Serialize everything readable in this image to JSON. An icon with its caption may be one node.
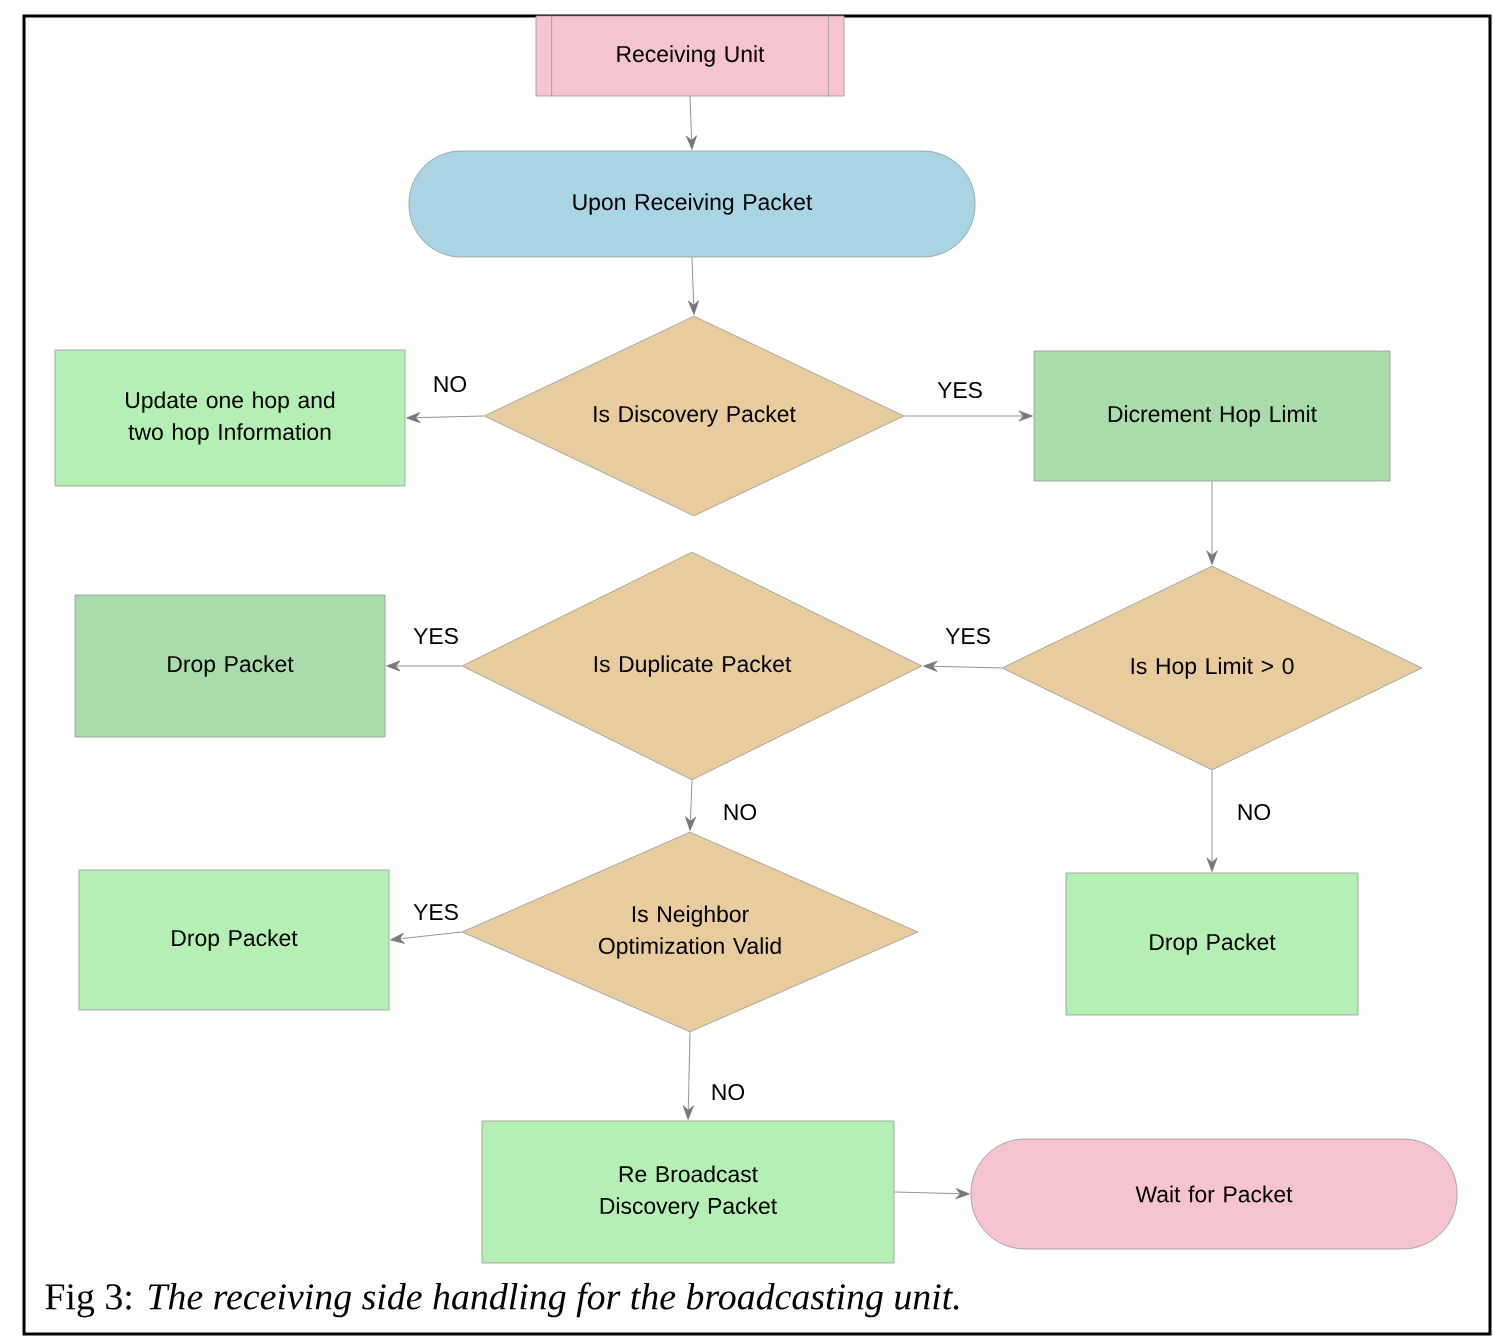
{
  "diagram": {
    "caption": "Fig 3: *The receiving side handling for the broadcasting unit.*",
    "nodes": [
      {
        "text": [
          "Receiving Unit"
        ]
      },
      {
        "text": [
          "Upon Receiving Packet"
        ]
      },
      {
        "text": [
          "Is Discovery Packet"
        ]
      },
      {
        "text": [
          "Update one hop and two hop Information"
        ]
      },
      {
        "text": [
          "Dicrement Hop Limit"
        ]
      },
      {
        "text": [
          "Drop Packet"
        ]
      },
      {
        "text": [
          "Is Duplicate Packet"
        ]
      },
      {
        "text": [
          "Is Hop Limit > 0"
        ]
      },
      {
        "text": [
          "Drop Packet"
        ]
      },
      {
        "text": [
          "Is Neighbor Optimization Valid"
        ]
      },
      {
        "text": [
          "Drop Packet"
        ]
      },
      {
        "text": [
          "Re Broadcast Discovery Packet"
        ]
      },
      {
        "text": [
          "Wait for Packet"
        ]
      }
    ],
    "edges": [
      {
        "from": 0,
        "to": 1,
        "arrow": "to"
      },
      {
        "from": 1,
        "to": 2,
        "arrow": "to"
      },
      {
        "from": 2,
        "to": 3,
        "arrow": "to",
        "label": "NO"
      },
      {
        "from": 2,
        "to": 4,
        "arrow": "to",
        "label": "YES"
      },
      {
        "from": 4,
        "to": 7,
        "arrow": "to"
      },
      {
        "from": 7,
        "to": 6,
        "arrow": "to",
        "label": "YES"
      },
      {
        "from": 6,
        "to": 5,
        "arrow": "to",
        "label": "YES"
      },
      {
        "from": 6,
        "to": 9,
        "arrow": "to",
        "label": "NO"
      },
      {
        "from": 7,
        "to": 8,
        "arrow": "to",
        "label": "NO"
      },
      {
        "from": 9,
        "to": 10,
        "arrow": "to",
        "label": "YES"
      },
      {
        "from": 9,
        "to": 11,
        "arrow": "to",
        "label": "NO"
      },
      {
        "from": 11,
        "to": 12,
        "arrow": "to"
      }
    ]
  }
}
